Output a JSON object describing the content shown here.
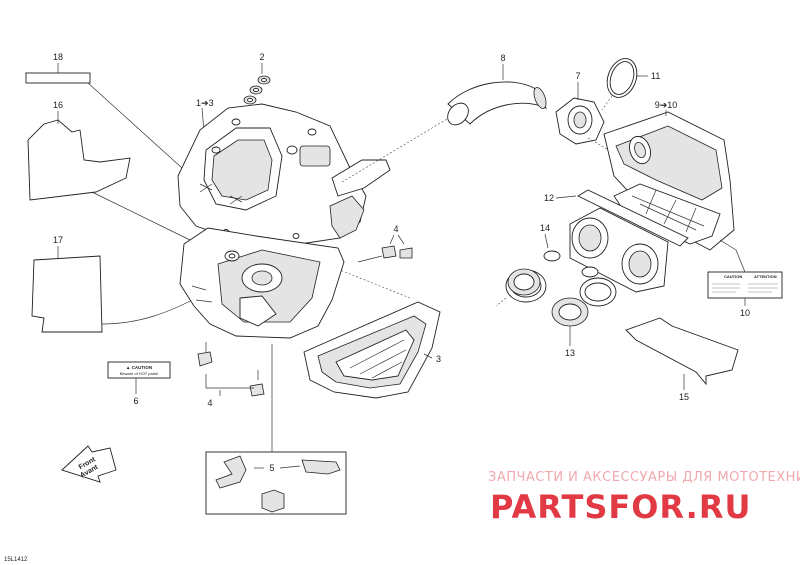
{
  "callouts": {
    "c18": "18",
    "c16": "16",
    "c17": "17",
    "c2": "2",
    "c1": "1",
    "c4a": "4",
    "c4b": "4",
    "c3": "3",
    "c5": "5",
    "c6": "6",
    "c8": "8",
    "c7": "7",
    "c11": "11",
    "c9": "9",
    "c10a": "10",
    "c12": "12",
    "c14": "14",
    "c13": "13",
    "c10b": "10",
    "c15": "15"
  },
  "callout_suffix": {
    "s1": "3",
    "s9": "10"
  },
  "labels": {
    "caution_title": "CAUTION",
    "caution_text": "Beware of HOT parts!",
    "front_1": "Front",
    "front_2": "Avant",
    "decal_caution": "CAUTION",
    "decal_attention": "ATTENTION"
  },
  "figure_code": "15L1412",
  "watermark": {
    "line1": "ЗАПЧАСТИ И АКСЕССУАРЫ ДЛЯ МОТОТЕХНИКИ",
    "line2": "PARTSFOR.RU",
    "color": "#e23a44"
  }
}
